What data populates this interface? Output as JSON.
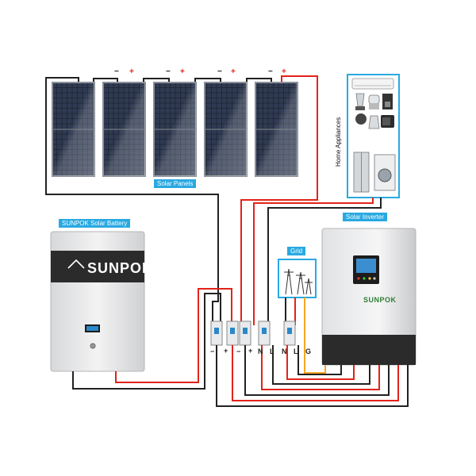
{
  "labels": {
    "solar_panels": "Solar Panels",
    "home_appliances": "Home Appliances",
    "battery": "SUNPOK Solar Battery",
    "grid": "Grid",
    "inverter": "Solar Inverter"
  },
  "brand": {
    "battery_logo": "SUNPOK",
    "inverter_logo": "SUNPOK"
  },
  "panel_polarity": {
    "minus": "−",
    "plus": "+"
  },
  "terminals": {
    "t1": "−",
    "t2": "+",
    "t3": "−",
    "t4": "+",
    "t5": "N",
    "t6": "L",
    "t7": "N",
    "t8": "L",
    "t9": "G"
  },
  "colors": {
    "accent": "#29a9e1",
    "wire_red": "#e2231a",
    "wire_black": "#222222",
    "wire_orange": "#f5a623",
    "battery_band": "#2b2b2b"
  },
  "icons": [
    "solar-panel-icon",
    "air-conditioner-icon",
    "blender-icon",
    "food-processor-icon",
    "coffee-maker-icon",
    "rice-cooker-icon",
    "kettle-icon",
    "microwave-icon",
    "refrigerator-icon",
    "washing-machine-icon",
    "transmission-tower-icon",
    "circuit-breaker-icon",
    "house-logo-icon"
  ]
}
